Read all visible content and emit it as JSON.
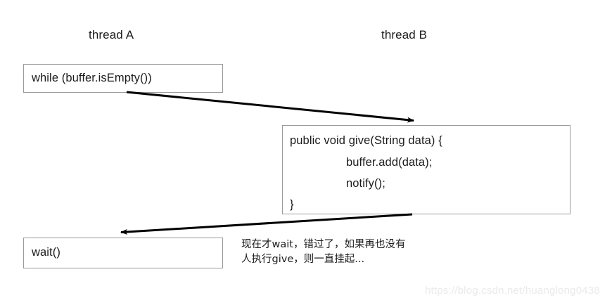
{
  "diagram": {
    "title_labels": {
      "thread_a": "thread A",
      "thread_b": "thread B"
    },
    "boxes": {
      "while_box": {
        "text": "while (buffer.isEmpty())"
      },
      "give_box": {
        "lines": [
          "public void give(String data) {",
          "buffer.add(data);",
          "notify();",
          "}"
        ]
      },
      "wait_box": {
        "text": "wait()"
      }
    },
    "annotation": {
      "line1": "现在才wait，错过了，如果再也没有",
      "line2": "人执行give，则一直挂起..."
    },
    "arrows": [
      {
        "name": "arrow-while-to-give",
        "from_label": "while (buffer.isEmpty())",
        "to_label": "public void give(String data) {"
      },
      {
        "name": "arrow-give-to-wait",
        "from_label": "}",
        "to_label": "wait()"
      }
    ],
    "colors": {
      "text": "#1b1b1b",
      "box_border": "#9a9a9a",
      "arrow": "#000000",
      "watermark": "#eaeaea",
      "background": "#ffffff"
    },
    "watermark": "https://blog.csdn.net/huanglong0438"
  }
}
